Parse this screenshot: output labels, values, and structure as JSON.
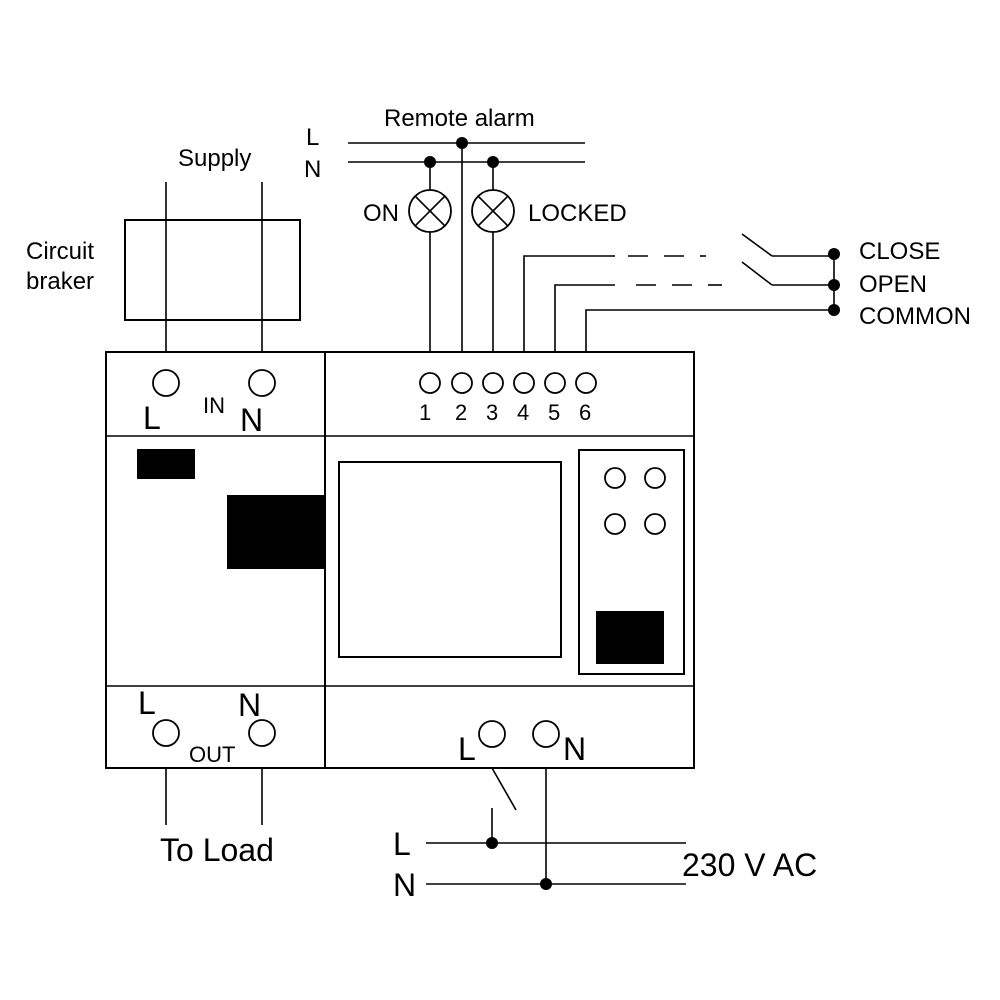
{
  "labels": {
    "remote_alarm": "Remote alarm",
    "alarm_l": "L",
    "alarm_n": "N",
    "supply": "Supply",
    "circuit_breaker_line1": "Circuit",
    "circuit_breaker_line2": "braker",
    "on": "ON",
    "locked": "LOCKED",
    "close": "CLOSE",
    "open": "OPEN",
    "common": "COMMON",
    "in_l": "L",
    "in": "IN",
    "in_n": "N",
    "terminals": [
      "1",
      "2",
      "3",
      "4",
      "5",
      "6"
    ],
    "out_l": "L",
    "out_n": "N",
    "out": "OUT",
    "power_l": "L",
    "power_n": "N",
    "to_load": "To Load",
    "mains_l": "L",
    "mains_n": "N",
    "voltage": "230 V AC"
  },
  "colors": {
    "stroke": "#000000",
    "background": "#ffffff"
  }
}
